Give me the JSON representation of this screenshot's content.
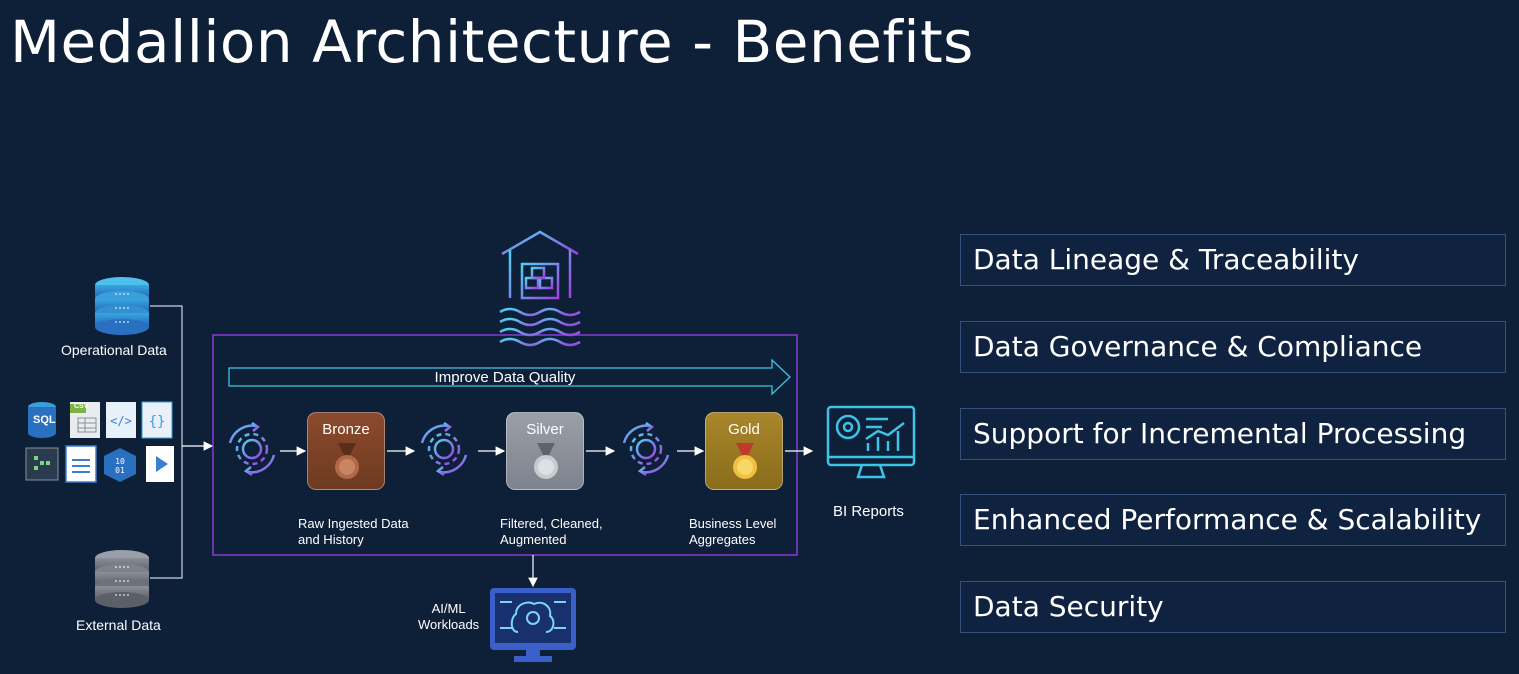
{
  "title": "Medallion Architecture - Benefits",
  "sources": {
    "operational": "Operational Data",
    "external": "External Data",
    "sql_badge": "SQL",
    "csv_badge": "CSV"
  },
  "pipeline": {
    "quality_label": "Improve Data Quality",
    "stages": [
      {
        "name": "Bronze",
        "caption": "Raw Ingested Data\nand History",
        "color": "#8c4a2c"
      },
      {
        "name": "Silver",
        "caption": "Filtered, Cleaned,\nAugmented",
        "color": "#9aa0a8"
      },
      {
        "name": "Gold",
        "caption": "Business Level\nAggregates",
        "color": "#a8862a"
      }
    ]
  },
  "outputs": {
    "bi_reports": "BI Reports",
    "ai_ml": "AI/ML\nWorkloads"
  },
  "benefits": [
    "Data Lineage & Traceability",
    "Data Governance & Compliance",
    "Support for Incremental Processing",
    "Enhanced Performance & Scalability",
    "Data Security"
  ],
  "colors": {
    "background": "#0e1f38",
    "accent_purple": "#8a3ad6",
    "accent_cyan": "#3ec3e8",
    "benefit_border": "#35507a"
  }
}
